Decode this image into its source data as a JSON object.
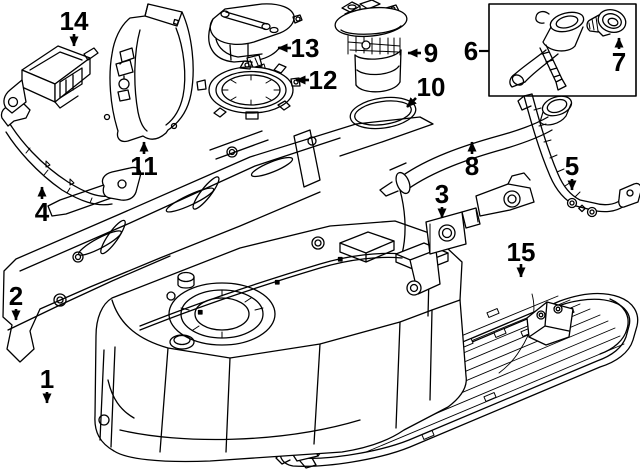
{
  "figure": {
    "type": "exploded-parts-diagram",
    "background": "#ffffff",
    "line_color": "#000000"
  },
  "callouts": [
    {
      "label": "1"
    },
    {
      "label": "2"
    },
    {
      "label": "3"
    },
    {
      "label": "4"
    },
    {
      "label": "5"
    },
    {
      "label": "6"
    },
    {
      "label": "7"
    },
    {
      "label": "8"
    },
    {
      "label": "9"
    },
    {
      "label": "10"
    },
    {
      "label": "11"
    },
    {
      "label": "12"
    },
    {
      "label": "13"
    },
    {
      "label": "14"
    },
    {
      "label": "15"
    }
  ]
}
